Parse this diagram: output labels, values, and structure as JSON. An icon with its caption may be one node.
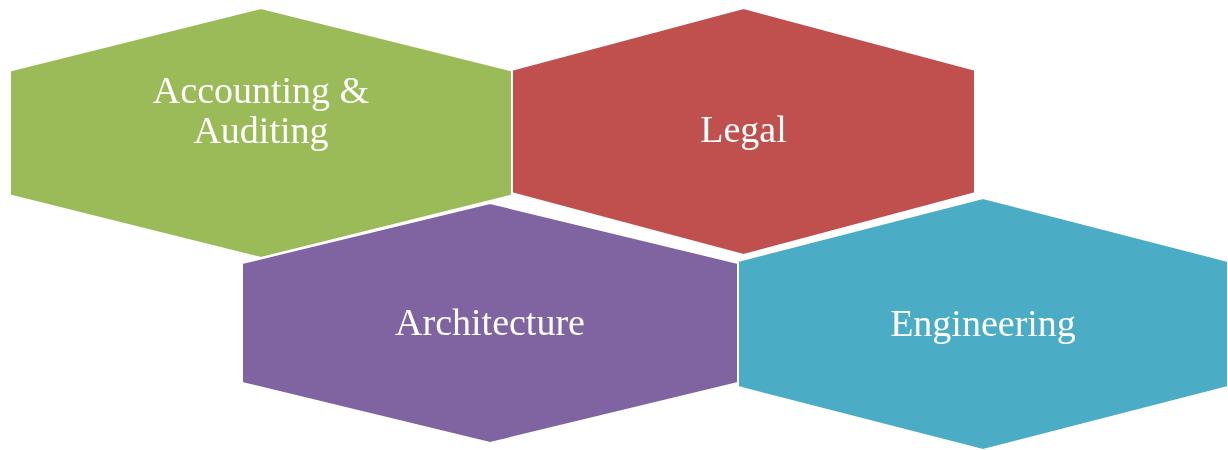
{
  "diagram": {
    "nodes": [
      {
        "text": [
          "Accounting & Auditing"
        ]
      },
      {
        "text": [
          "Legal"
        ]
      },
      {
        "text": [
          "Architecture"
        ]
      },
      {
        "text": [
          "Engineering"
        ]
      }
    ]
  }
}
